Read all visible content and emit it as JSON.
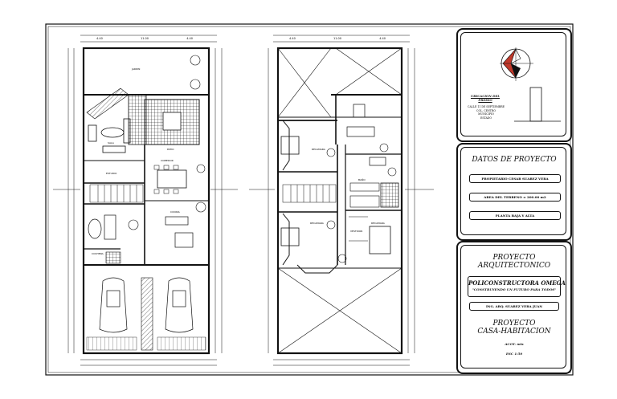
{
  "sheet": {
    "location": {
      "title": "UBICACION DEL PREDIO",
      "lines": [
        "CALLE 11 DE SEPTIEMBRE",
        "COL. CENTRO",
        "MUNICIPIO",
        "ESTADO"
      ]
    },
    "project_data": {
      "title": "DATOS DE PROYECTO",
      "owner": "PROPIETARIO CESAR SUAREZ VERA",
      "area": "AREA DEL TERRENO = 200.00 m2",
      "plan": "PLANTA BAJA Y ALTA"
    },
    "architect": {
      "title_line1": "PROYECTO",
      "title_line2": "ARQUITECTONICO",
      "company": "POLICONSTRUCTORA OMEGA",
      "slogan": "\"CONSTRUYENDO UN FUTURO PARA TODOS\"",
      "engineer": "ING. ARQ. SUAREZ VERA JUAN",
      "project_line1": "PROYECTO",
      "project_line2": "CASA-HABITACION",
      "units": "ACOT. mts",
      "scale": "ESC 1:50"
    },
    "plans": {
      "ground_dims_top": [
        "4.40",
        "11.00",
        "4.40"
      ],
      "upper_dims_top": [
        "4.40",
        "11.00",
        "4.40"
      ],
      "room_labels_ground": [
        "JARDIN",
        "SALA",
        "COMEDOR",
        "COCINA",
        "ESTUDIO",
        "PATIO",
        "COCHERA"
      ],
      "room_labels_upper": [
        "RECAMARA",
        "RECAMARA",
        "RECAMARA",
        "BAÑO",
        "VESTIDOR"
      ]
    }
  }
}
